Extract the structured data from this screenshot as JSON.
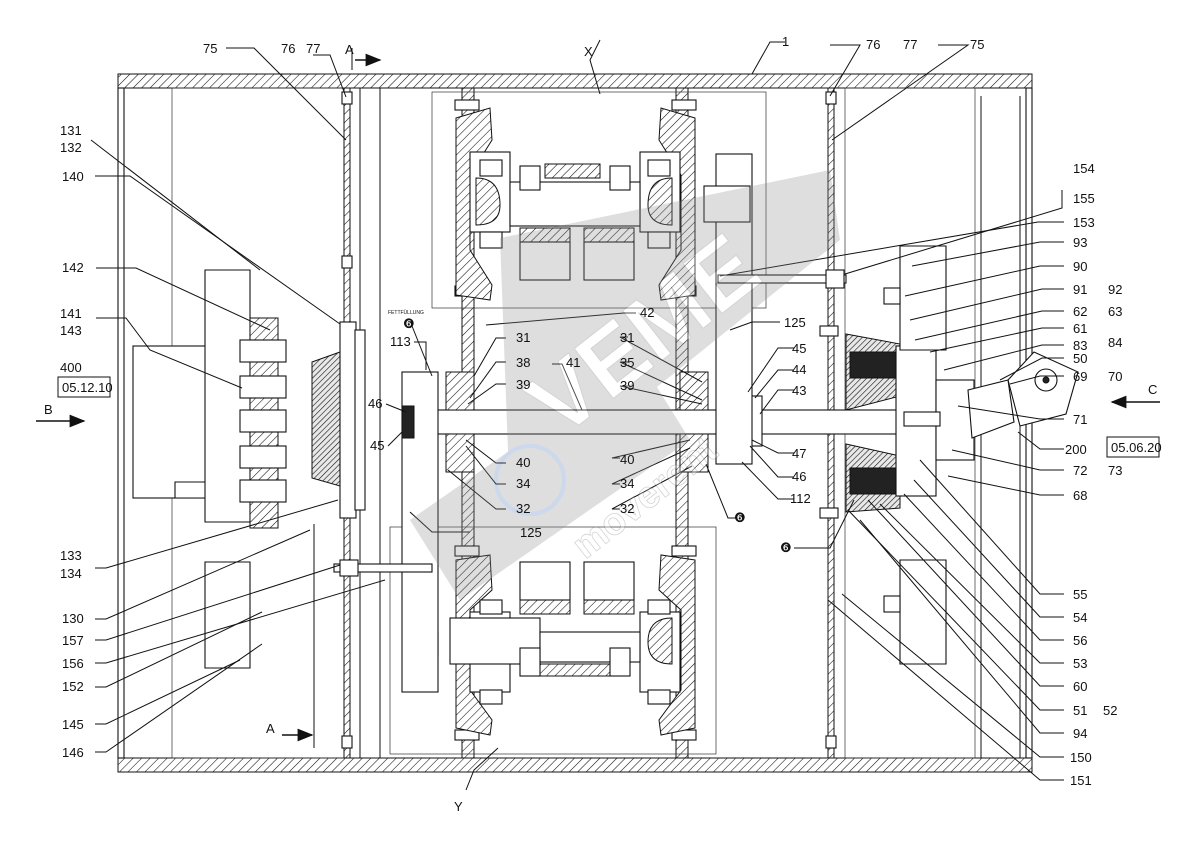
{
  "diagram": {
    "fill_marker": "FETTFÜLLUNG",
    "symbol_six": "❻",
    "watermark": {
      "brand": "VEME",
      "tagline": "moverent"
    },
    "section_marks": [
      {
        "id": "A_top",
        "text": "A"
      },
      {
        "id": "A_bottom",
        "text": "A"
      },
      {
        "id": "view_B",
        "text": "B"
      },
      {
        "id": "view_C",
        "text": "C"
      },
      {
        "id": "detail_X",
        "text": "X"
      },
      {
        "id": "detail_Y",
        "text": "Y"
      }
    ],
    "date_boxes": [
      {
        "id": "date_left",
        "text": "05.12.10"
      },
      {
        "id": "date_right",
        "text": "05.06.20"
      }
    ],
    "part_labels": [
      "75",
      "76",
      "77",
      "1",
      "76",
      "77",
      "75",
      "131",
      "132",
      "140",
      "142",
      "141",
      "143",
      "400",
      "133",
      "134",
      "130",
      "157",
      "156",
      "152",
      "145",
      "146",
      "154",
      "155",
      "153",
      "93",
      "90",
      "91",
      "92",
      "62",
      "63",
      "61",
      "83",
      "84",
      "50",
      "69",
      "70",
      "71",
      "200",
      "72",
      "73",
      "68",
      "55",
      "54",
      "56",
      "53",
      "60",
      "51",
      "52",
      "94",
      "150",
      "151",
      "113",
      "46",
      "45",
      "42",
      "31",
      "38",
      "39",
      "40",
      "34",
      "32",
      "41",
      "35",
      "31",
      "39",
      "40",
      "34",
      "32",
      "125",
      "45",
      "44",
      "43",
      "47",
      "46",
      "112",
      "125"
    ]
  }
}
